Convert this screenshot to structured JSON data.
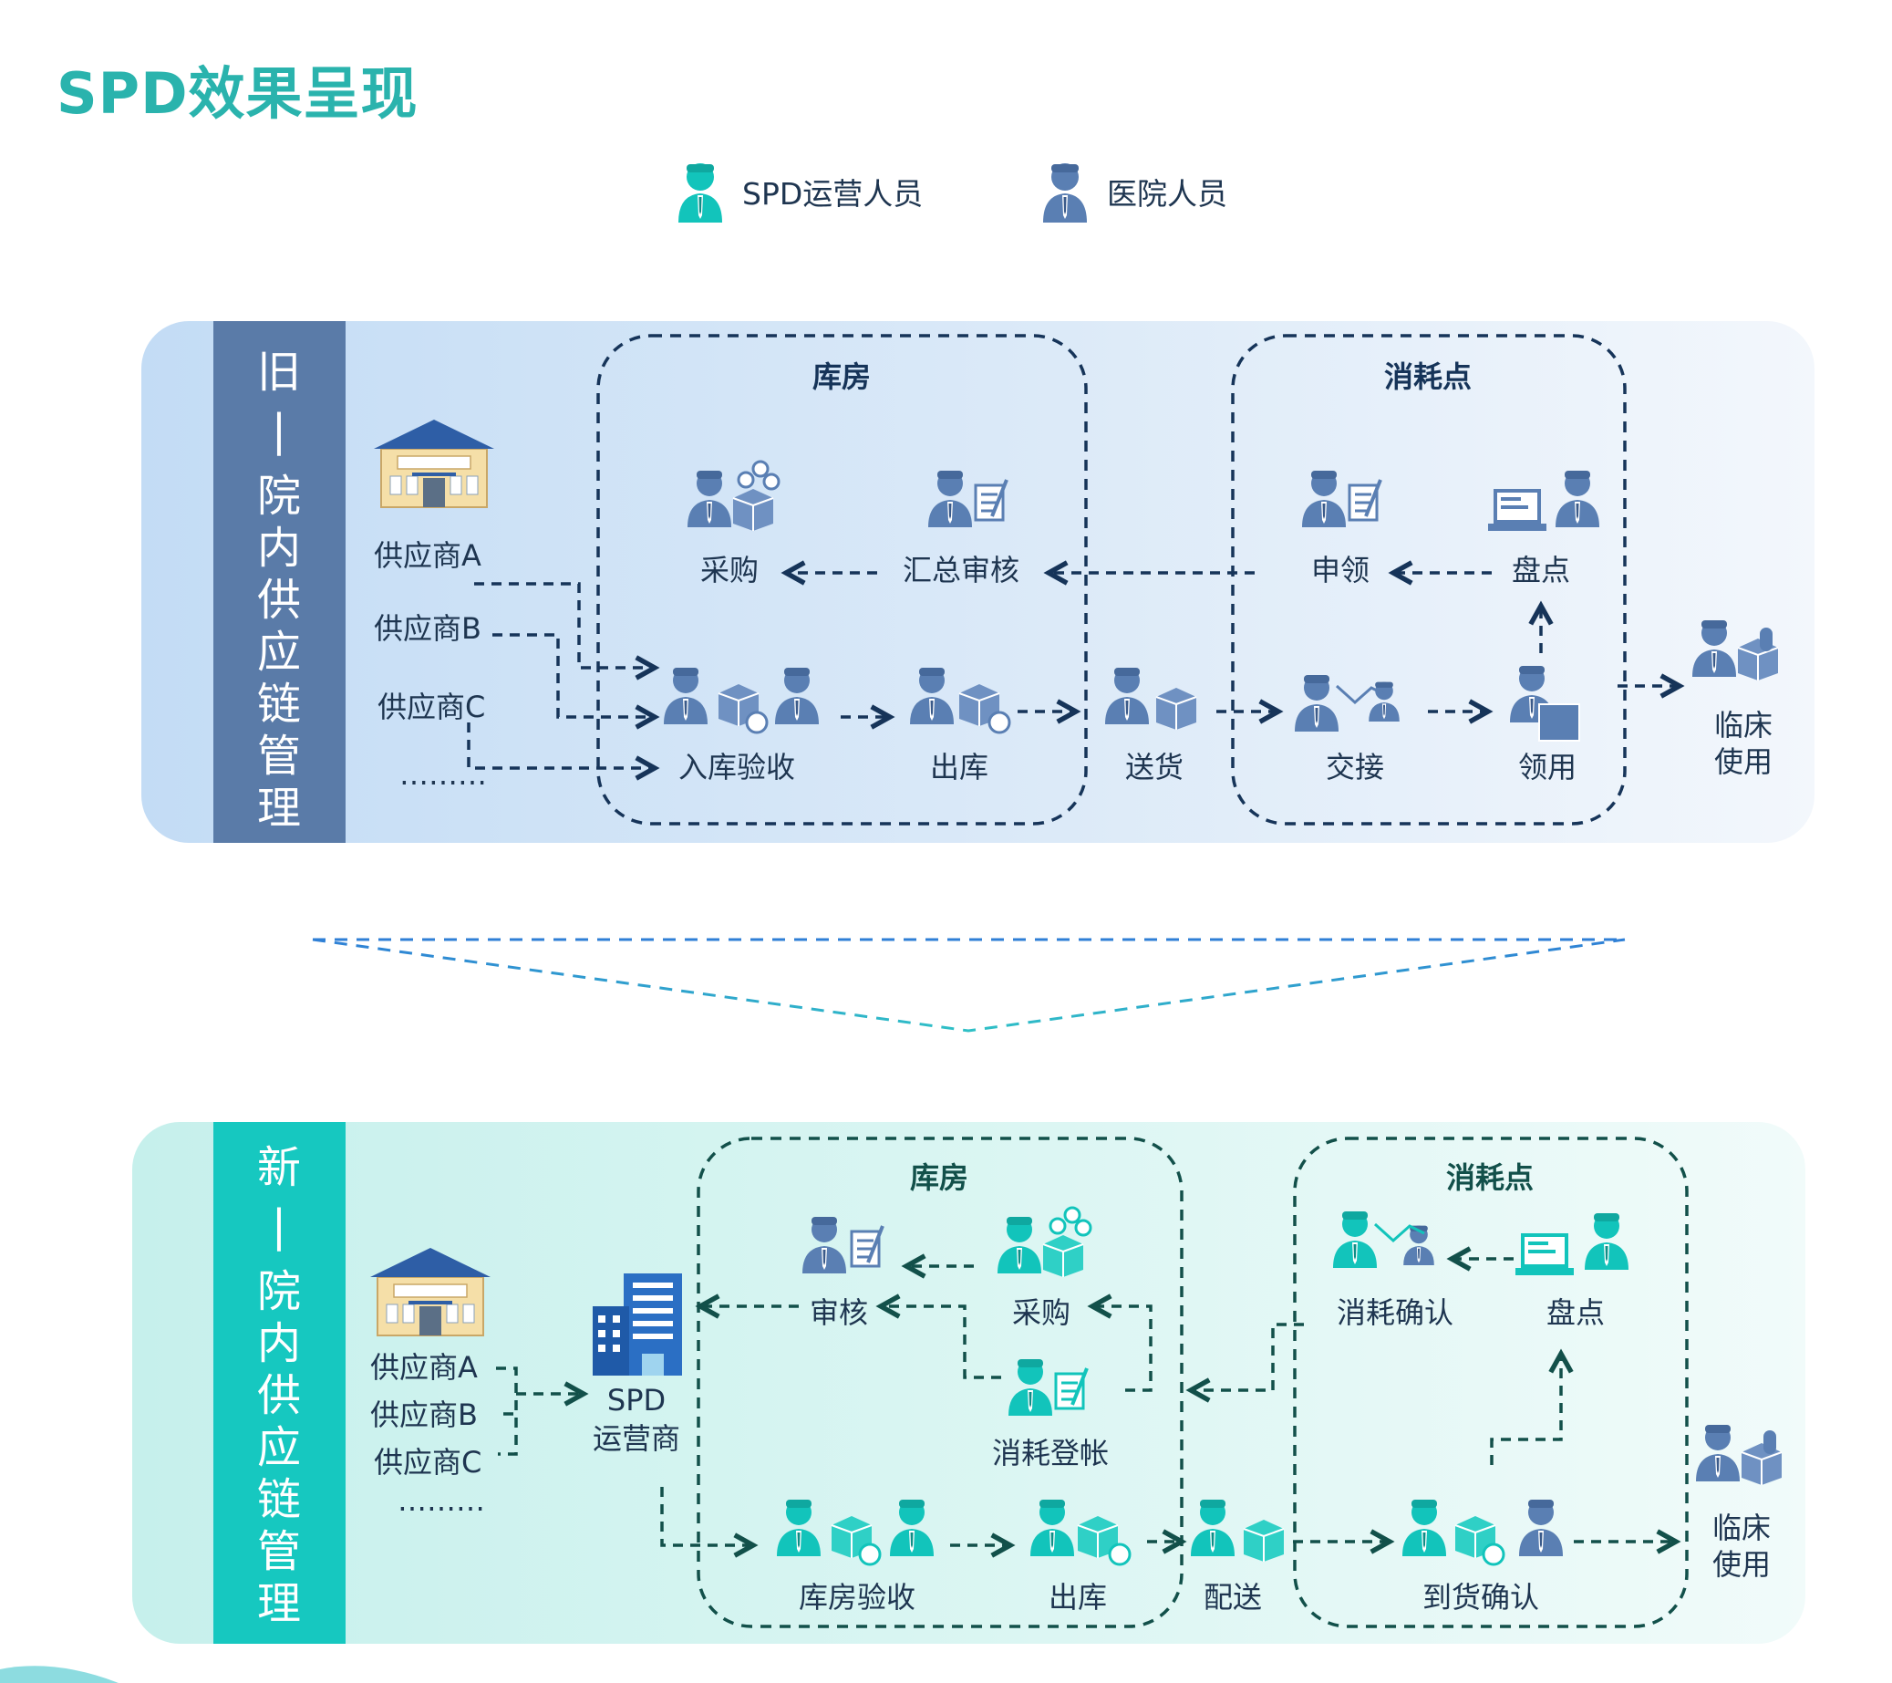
{
  "page_title": "SPD效果呈现",
  "colors": {
    "accent": "#2ab3ad",
    "spd_staff": "#12c4bb",
    "hospital_staff": "#5a7fb3",
    "old_tab": "#5a7ba8",
    "new_tab": "#16c8c0",
    "dark_navy": "#163459",
    "dark_teal": "#12504a"
  },
  "legend": [
    {
      "label": "SPD运营人员",
      "icon": "person-icon-teal"
    },
    {
      "label": "医院人员",
      "icon": "person-icon-blue"
    }
  ],
  "old": {
    "tab": [
      "旧",
      "|",
      "院",
      "内",
      "供",
      "应",
      "链",
      "管",
      "理"
    ],
    "warehouse_label": "库房",
    "consumption_label": "消耗点",
    "suppliers": [
      "供应商A",
      "供应商B",
      "供应商C",
      "………"
    ],
    "nodes": {
      "purchase": "采购",
      "summary_review": "汇总审核",
      "apply": "申领",
      "inventory": "盘点",
      "receive_check": "入库验收",
      "outbound": "出库",
      "deliver": "送货",
      "handover": "交接",
      "take": "领用",
      "clinical_1": "临床",
      "clinical_2": "使用"
    }
  },
  "new": {
    "tab": [
      "新",
      "|",
      "院",
      "内",
      "供",
      "应",
      "链",
      "管",
      "理"
    ],
    "warehouse_label": "库房",
    "consumption_label": "消耗点",
    "suppliers": [
      "供应商A",
      "供应商B",
      "供应商C",
      "………"
    ],
    "spd_operator": [
      "SPD",
      "运营商"
    ],
    "nodes": {
      "review": "审核",
      "purchase": "采购",
      "consume_billing": "消耗登帐",
      "consume_confirm": "消耗确认",
      "inventory": "盘点",
      "receive_check": "库房验收",
      "outbound": "出库",
      "distribute": "配送",
      "arrival_confirm": "到货确认",
      "clinical_1": "临床",
      "clinical_2": "使用"
    }
  }
}
